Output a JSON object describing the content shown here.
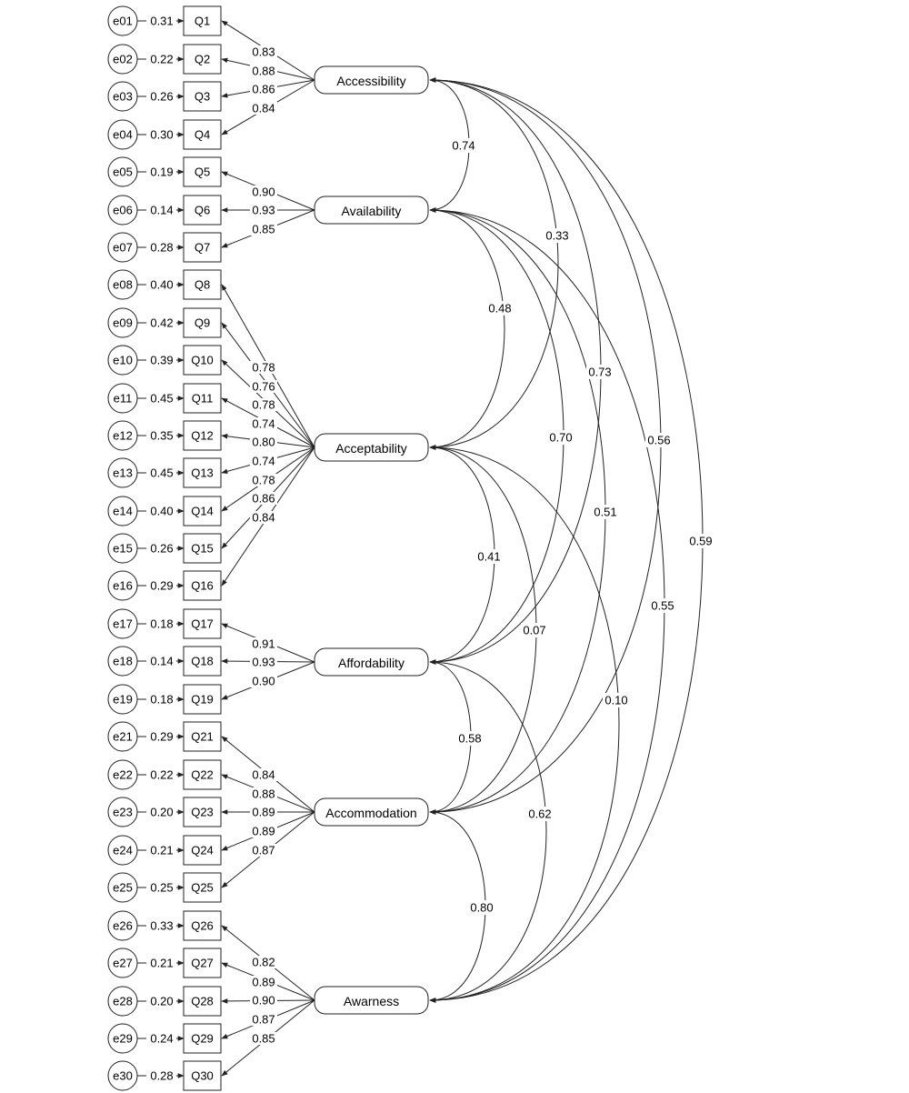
{
  "colors": {
    "ink": "#222222",
    "background": "#ffffff"
  },
  "factors": [
    {
      "name": "Accessibility",
      "items": [
        "Q1",
        "Q2",
        "Q3",
        "Q4"
      ],
      "loadings": [
        "0.83",
        "0.88",
        "0.86",
        "0.84"
      ]
    },
    {
      "name": "Availability",
      "items": [
        "Q5",
        "Q6",
        "Q7"
      ],
      "loadings": [
        "0.90",
        "0.93",
        "0.85"
      ]
    },
    {
      "name": "Acceptability",
      "items": [
        "Q8",
        "Q9",
        "Q10",
        "Q11",
        "Q12",
        "Q13",
        "Q14",
        "Q15",
        "Q16"
      ],
      "loadings": [
        "0.78",
        "0.76",
        "0.78",
        "0.74",
        "0.80",
        "0.74",
        "0.78",
        "0.86",
        "0.84"
      ]
    },
    {
      "name": "Affordability",
      "items": [
        "Q17",
        "Q18",
        "Q19"
      ],
      "loadings": [
        "0.91",
        "0.93",
        "0.90"
      ]
    },
    {
      "name": "Accommodation",
      "items": [
        "Q21",
        "Q22",
        "Q23",
        "Q24",
        "Q25"
      ],
      "loadings": [
        "0.84",
        "0.88",
        "0.89",
        "0.89",
        "0.87"
      ]
    },
    {
      "name": "Awarness",
      "items": [
        "Q26",
        "Q27",
        "Q28",
        "Q29",
        "Q30"
      ],
      "loadings": [
        "0.82",
        "0.89",
        "0.90",
        "0.87",
        "0.85"
      ]
    }
  ],
  "errors": [
    {
      "name": "e01",
      "value": "0.31"
    },
    {
      "name": "e02",
      "value": "0.22"
    },
    {
      "name": "e03",
      "value": "0.26"
    },
    {
      "name": "e04",
      "value": "0.30"
    },
    {
      "name": "e05",
      "value": "0.19"
    },
    {
      "name": "e06",
      "value": "0.14"
    },
    {
      "name": "e07",
      "value": "0.28"
    },
    {
      "name": "e08",
      "value": "0.40"
    },
    {
      "name": "e09",
      "value": "0.42"
    },
    {
      "name": "e10",
      "value": "0.39"
    },
    {
      "name": "e11",
      "value": "0.45"
    },
    {
      "name": "e12",
      "value": "0.35"
    },
    {
      "name": "e13",
      "value": "0.45"
    },
    {
      "name": "e14",
      "value": "0.40"
    },
    {
      "name": "e15",
      "value": "0.26"
    },
    {
      "name": "e16",
      "value": "0.29"
    },
    {
      "name": "e17",
      "value": "0.18"
    },
    {
      "name": "e18",
      "value": "0.14"
    },
    {
      "name": "e19",
      "value": "0.18"
    },
    {
      "name": "e21",
      "value": "0.29"
    },
    {
      "name": "e22",
      "value": "0.22"
    },
    {
      "name": "e23",
      "value": "0.20"
    },
    {
      "name": "e24",
      "value": "0.21"
    },
    {
      "name": "e25",
      "value": "0.25"
    },
    {
      "name": "e26",
      "value": "0.33"
    },
    {
      "name": "e27",
      "value": "0.21"
    },
    {
      "name": "e28",
      "value": "0.20"
    },
    {
      "name": "e29",
      "value": "0.24"
    },
    {
      "name": "e30",
      "value": "0.28"
    }
  ],
  "correlations": [
    {
      "from": "Accessibility",
      "to": "Availability",
      "value": "0.74"
    },
    {
      "from": "Accessibility",
      "to": "Acceptability",
      "value": "0.33"
    },
    {
      "from": "Accessibility",
      "to": "Affordability",
      "value": "0.73"
    },
    {
      "from": "Accessibility",
      "to": "Accommodation",
      "value": "0.56"
    },
    {
      "from": "Accessibility",
      "to": "Awarness",
      "value": "0.59"
    },
    {
      "from": "Availability",
      "to": "Acceptability",
      "value": "0.48"
    },
    {
      "from": "Availability",
      "to": "Affordability",
      "value": "0.70"
    },
    {
      "from": "Availability",
      "to": "Accommodation",
      "value": "0.51"
    },
    {
      "from": "Availability",
      "to": "Awarness",
      "value": "0.55"
    },
    {
      "from": "Acceptability",
      "to": "Affordability",
      "value": "0.41"
    },
    {
      "from": "Acceptability",
      "to": "Accommodation",
      "value": "0.07"
    },
    {
      "from": "Acceptability",
      "to": "Awarness",
      "value": "0.10"
    },
    {
      "from": "Affordability",
      "to": "Accommodation",
      "value": "0.58"
    },
    {
      "from": "Affordability",
      "to": "Awarness",
      "value": "0.62"
    },
    {
      "from": "Accommodation",
      "to": "Awarness",
      "value": "0.80"
    }
  ]
}
